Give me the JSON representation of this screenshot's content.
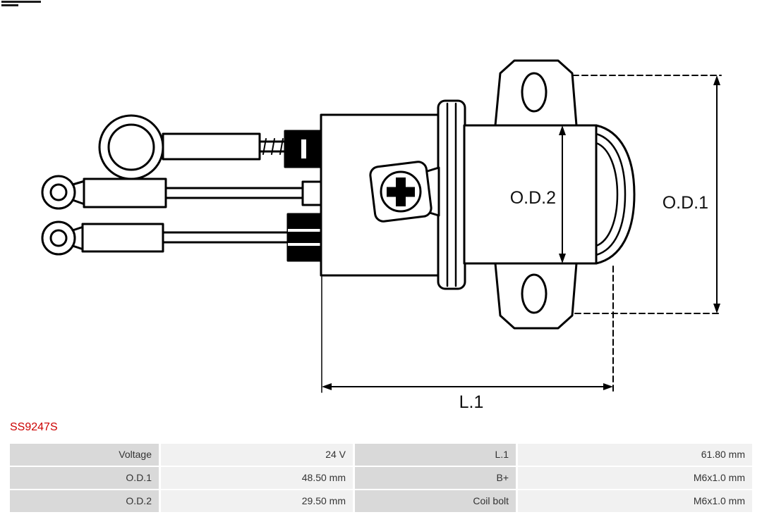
{
  "part_number": "SS9247S",
  "colors": {
    "part_number": "#cc0000",
    "table_label_bg": "#d9d9d9",
    "table_value_bg": "#f1f1f1",
    "table_text": "#333333"
  },
  "diagram": {
    "labels": {
      "od1": "O.D.1",
      "od2": "O.D.2",
      "l1": "L.1"
    }
  },
  "table": {
    "rows": [
      {
        "p1": "Voltage",
        "v1": "24 V",
        "p2": "L.1",
        "v2": "61.80 mm"
      },
      {
        "p1": "O.D.1",
        "v1": "48.50 mm",
        "p2": "B+",
        "v2": "M6x1.0 mm"
      },
      {
        "p1": "O.D.2",
        "v1": "29.50 mm",
        "p2": "Coil bolt",
        "v2": "M6x1.0 mm"
      }
    ]
  }
}
